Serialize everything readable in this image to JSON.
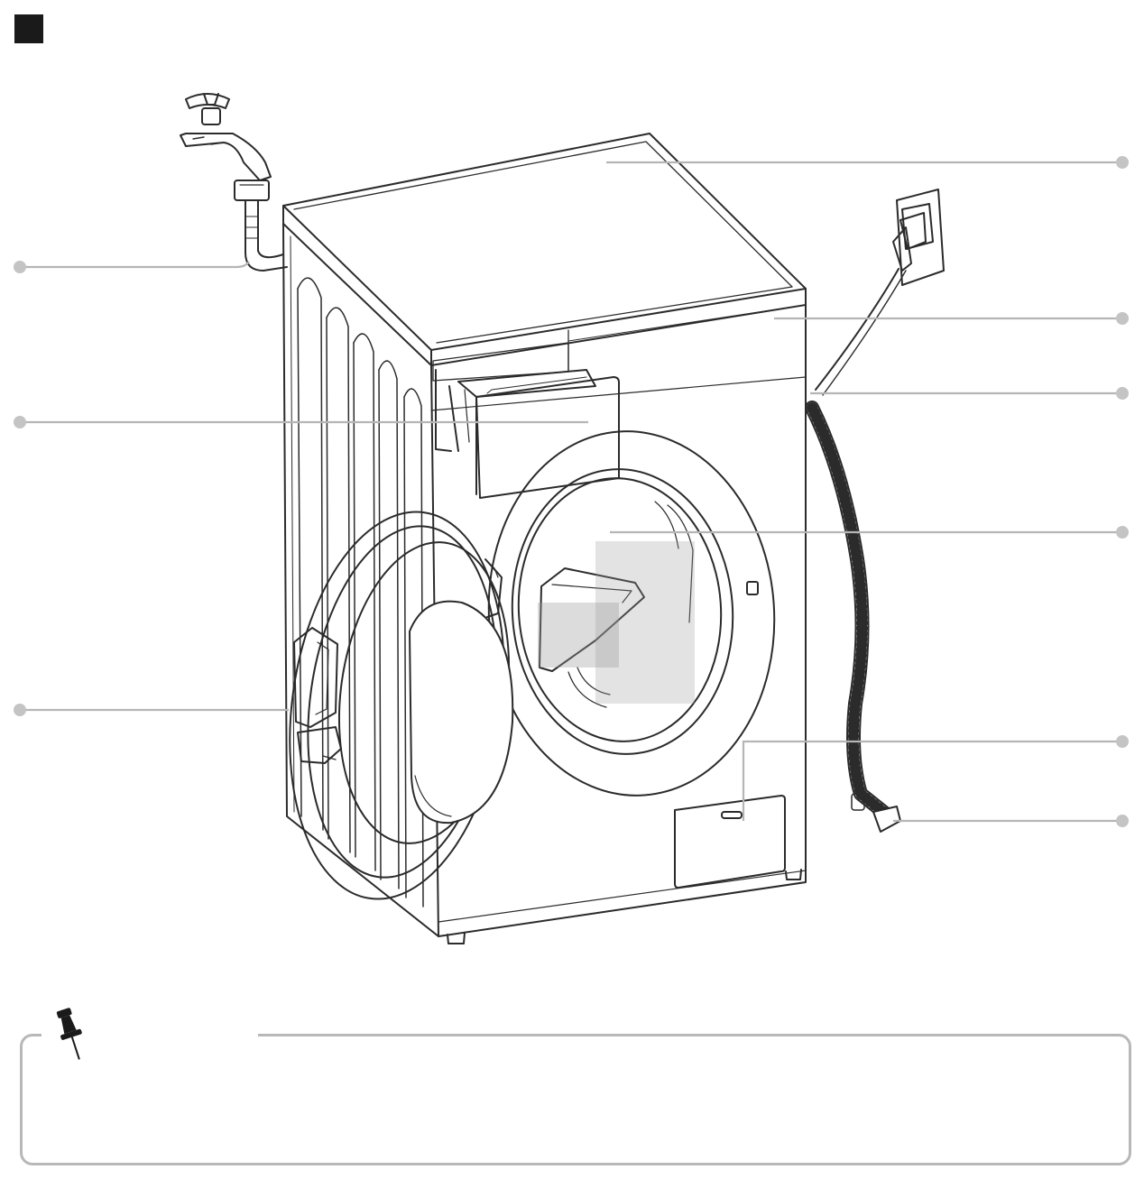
{
  "figure": {
    "subject": "washing-machine",
    "door_state": "open",
    "detergent_drawer_state": "open"
  },
  "callout_markers": [
    {
      "name": "marker-top-cover",
      "side": "right"
    },
    {
      "name": "marker-control-panel",
      "side": "right"
    },
    {
      "name": "marker-power-plug",
      "side": "right"
    },
    {
      "name": "marker-drum",
      "side": "right"
    },
    {
      "name": "marker-pump-filter-cover",
      "side": "right"
    },
    {
      "name": "marker-drain-hose",
      "side": "right"
    },
    {
      "name": "marker-inlet-hose",
      "side": "left"
    },
    {
      "name": "marker-detergent-drawer",
      "side": "left"
    },
    {
      "name": "marker-door",
      "side": "left"
    }
  ],
  "icons": {
    "section": "section-marker-icon",
    "note": "pushpin-icon"
  },
  "colors": {
    "line": "#2b2b2b",
    "leader": "#b5b5b5",
    "marker": "#c4c4c4",
    "note_border": "#b8b8b8",
    "section_marker": "#1a1a1a"
  },
  "note": {
    "text": ""
  }
}
